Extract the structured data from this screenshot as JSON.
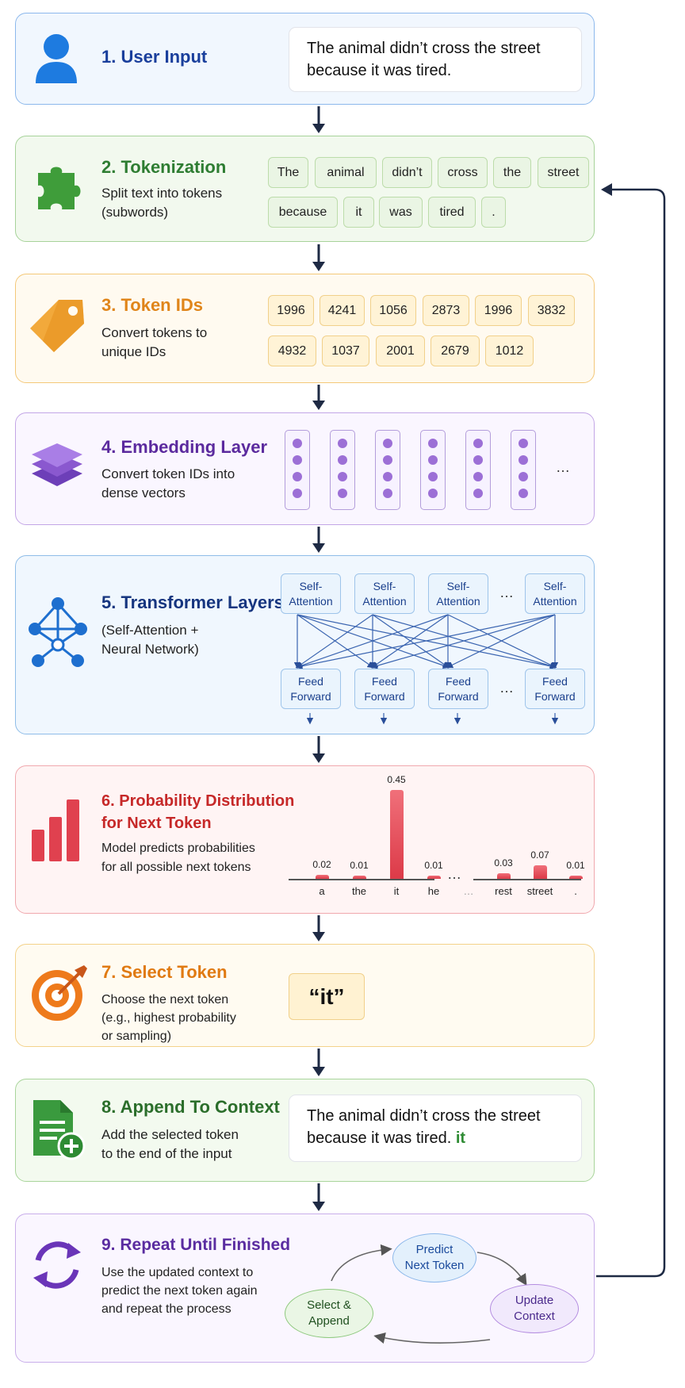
{
  "steps": {
    "s1": {
      "title": "1. User Input",
      "input_lines": [
        "The animal didn’t cross the street",
        "because it was tired."
      ]
    },
    "s2": {
      "title": "2. Tokenization",
      "desc": [
        "Split text into tokens",
        "(subwords)"
      ],
      "tokens": [
        "The",
        "animal",
        "didn’t",
        "cross",
        "the",
        "street",
        "because",
        "it",
        "was",
        "tired",
        "."
      ]
    },
    "s3": {
      "title": "3. Token IDs",
      "desc": [
        "Convert tokens to",
        "unique IDs"
      ],
      "ids": [
        "1996",
        "4241",
        "1056",
        "2873",
        "1996",
        "3832",
        "4932",
        "1037",
        "2001",
        "2679",
        "1012"
      ]
    },
    "s4": {
      "title": "4. Embedding Layer",
      "desc": [
        "Convert token IDs into",
        "dense vectors"
      ],
      "ellipsis": "…"
    },
    "s5": {
      "title": "5. Transformer Layers",
      "desc": [
        "(Self-Attention +",
        "Neural Network)"
      ],
      "attn_label": [
        "Self-",
        "Attention"
      ],
      "ff_label": [
        "Feed",
        "Forward"
      ],
      "ellipsis": "…"
    },
    "s6": {
      "title_lines": [
        "6. Probability Distribution",
        "for Next Token"
      ],
      "desc": [
        "Model predicts probabilities",
        "for all possible next tokens"
      ]
    },
    "s7": {
      "title": "7. Select Token",
      "desc": [
        "Choose the next token",
        "(e.g., highest probability",
        "or sampling)"
      ],
      "selected": "“it”"
    },
    "s8": {
      "title": "8. Append To Context",
      "desc": [
        "Add the selected token",
        "to the end of the input"
      ],
      "context_lines": [
        "The animal didn’t cross the street",
        "because it was tired. "
      ],
      "appended": "it"
    },
    "s9": {
      "title": "9. Repeat Until Finished",
      "desc": [
        "Use the updated context to",
        "predict the next token again",
        "and repeat the process"
      ],
      "cycle": {
        "predict": [
          "Predict",
          "Next Token"
        ],
        "update": [
          "Update",
          "Context"
        ],
        "select": [
          "Select &",
          "Append"
        ]
      }
    }
  },
  "chart_data": {
    "type": "bar",
    "title": "",
    "categories": [
      "a",
      "the",
      "it",
      "he",
      "…",
      "rest",
      "street",
      "."
    ],
    "values": [
      0.02,
      0.01,
      0.45,
      0.01,
      null,
      0.03,
      0.07,
      0.01
    ],
    "value_labels": [
      "0.02",
      "0.01",
      "0.45",
      "0.01",
      "",
      "0.03",
      "0.07",
      "0.01"
    ],
    "ylim": [
      0,
      0.45
    ],
    "gap_marker": "…"
  },
  "colors": {
    "blue": "#1a3f9c",
    "green": "#2e7d32",
    "orange": "#e0851a",
    "purple": "#5b2a9e",
    "navy": "#16357f",
    "red": "#c62828",
    "orange2": "#e07a12",
    "green2": "#2b6e2b",
    "purple2": "#5a2ca0"
  }
}
